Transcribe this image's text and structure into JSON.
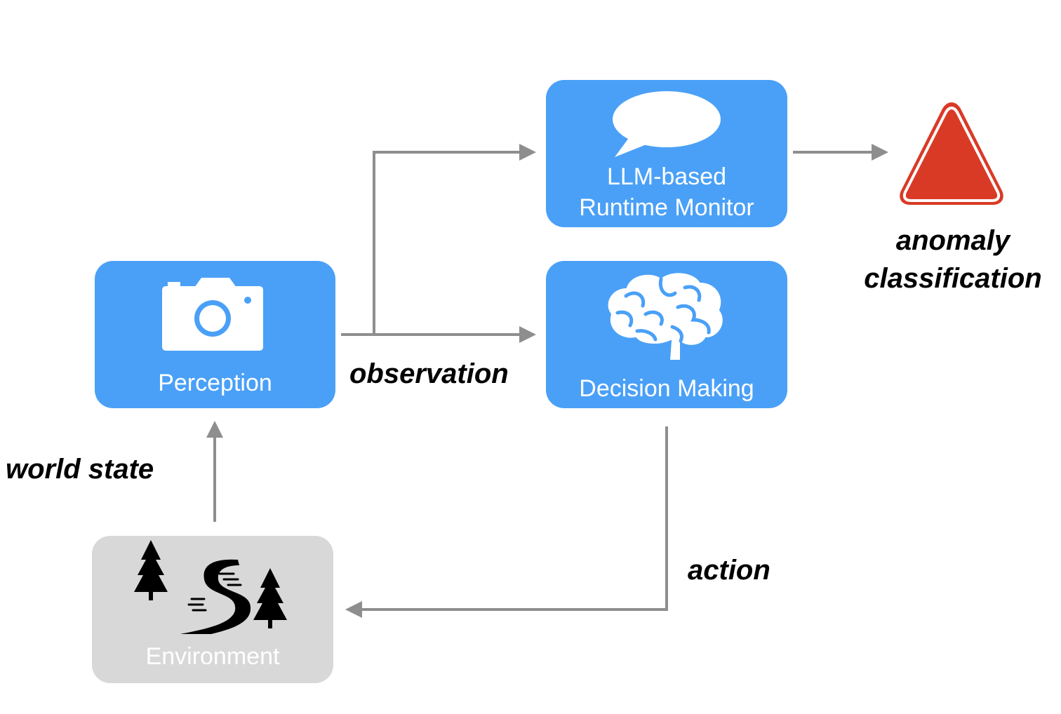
{
  "nodes": {
    "perception": {
      "label": "Perception",
      "icon": "camera-icon"
    },
    "monitor": {
      "label_line1": "LLM-based",
      "label_line2": "Runtime Monitor",
      "icon": "speech-bubble-icon"
    },
    "decision": {
      "label": "Decision Making",
      "icon": "brain-icon"
    },
    "environment": {
      "label": "Environment",
      "icon": "road-trees-icon"
    },
    "anomaly": {
      "icon": "warning-triangle-icon"
    }
  },
  "edges": {
    "world_state": "world state",
    "observation": "observation",
    "action": "action",
    "anomaly_line1": "anomaly",
    "anomaly_line2": "classification"
  },
  "colors": {
    "box_blue": "#4aa0f7",
    "box_gray": "#d8d8d8",
    "arrow": "#8e8e8e",
    "warning_red": "#d93a26",
    "label_text": "#ffffff"
  }
}
